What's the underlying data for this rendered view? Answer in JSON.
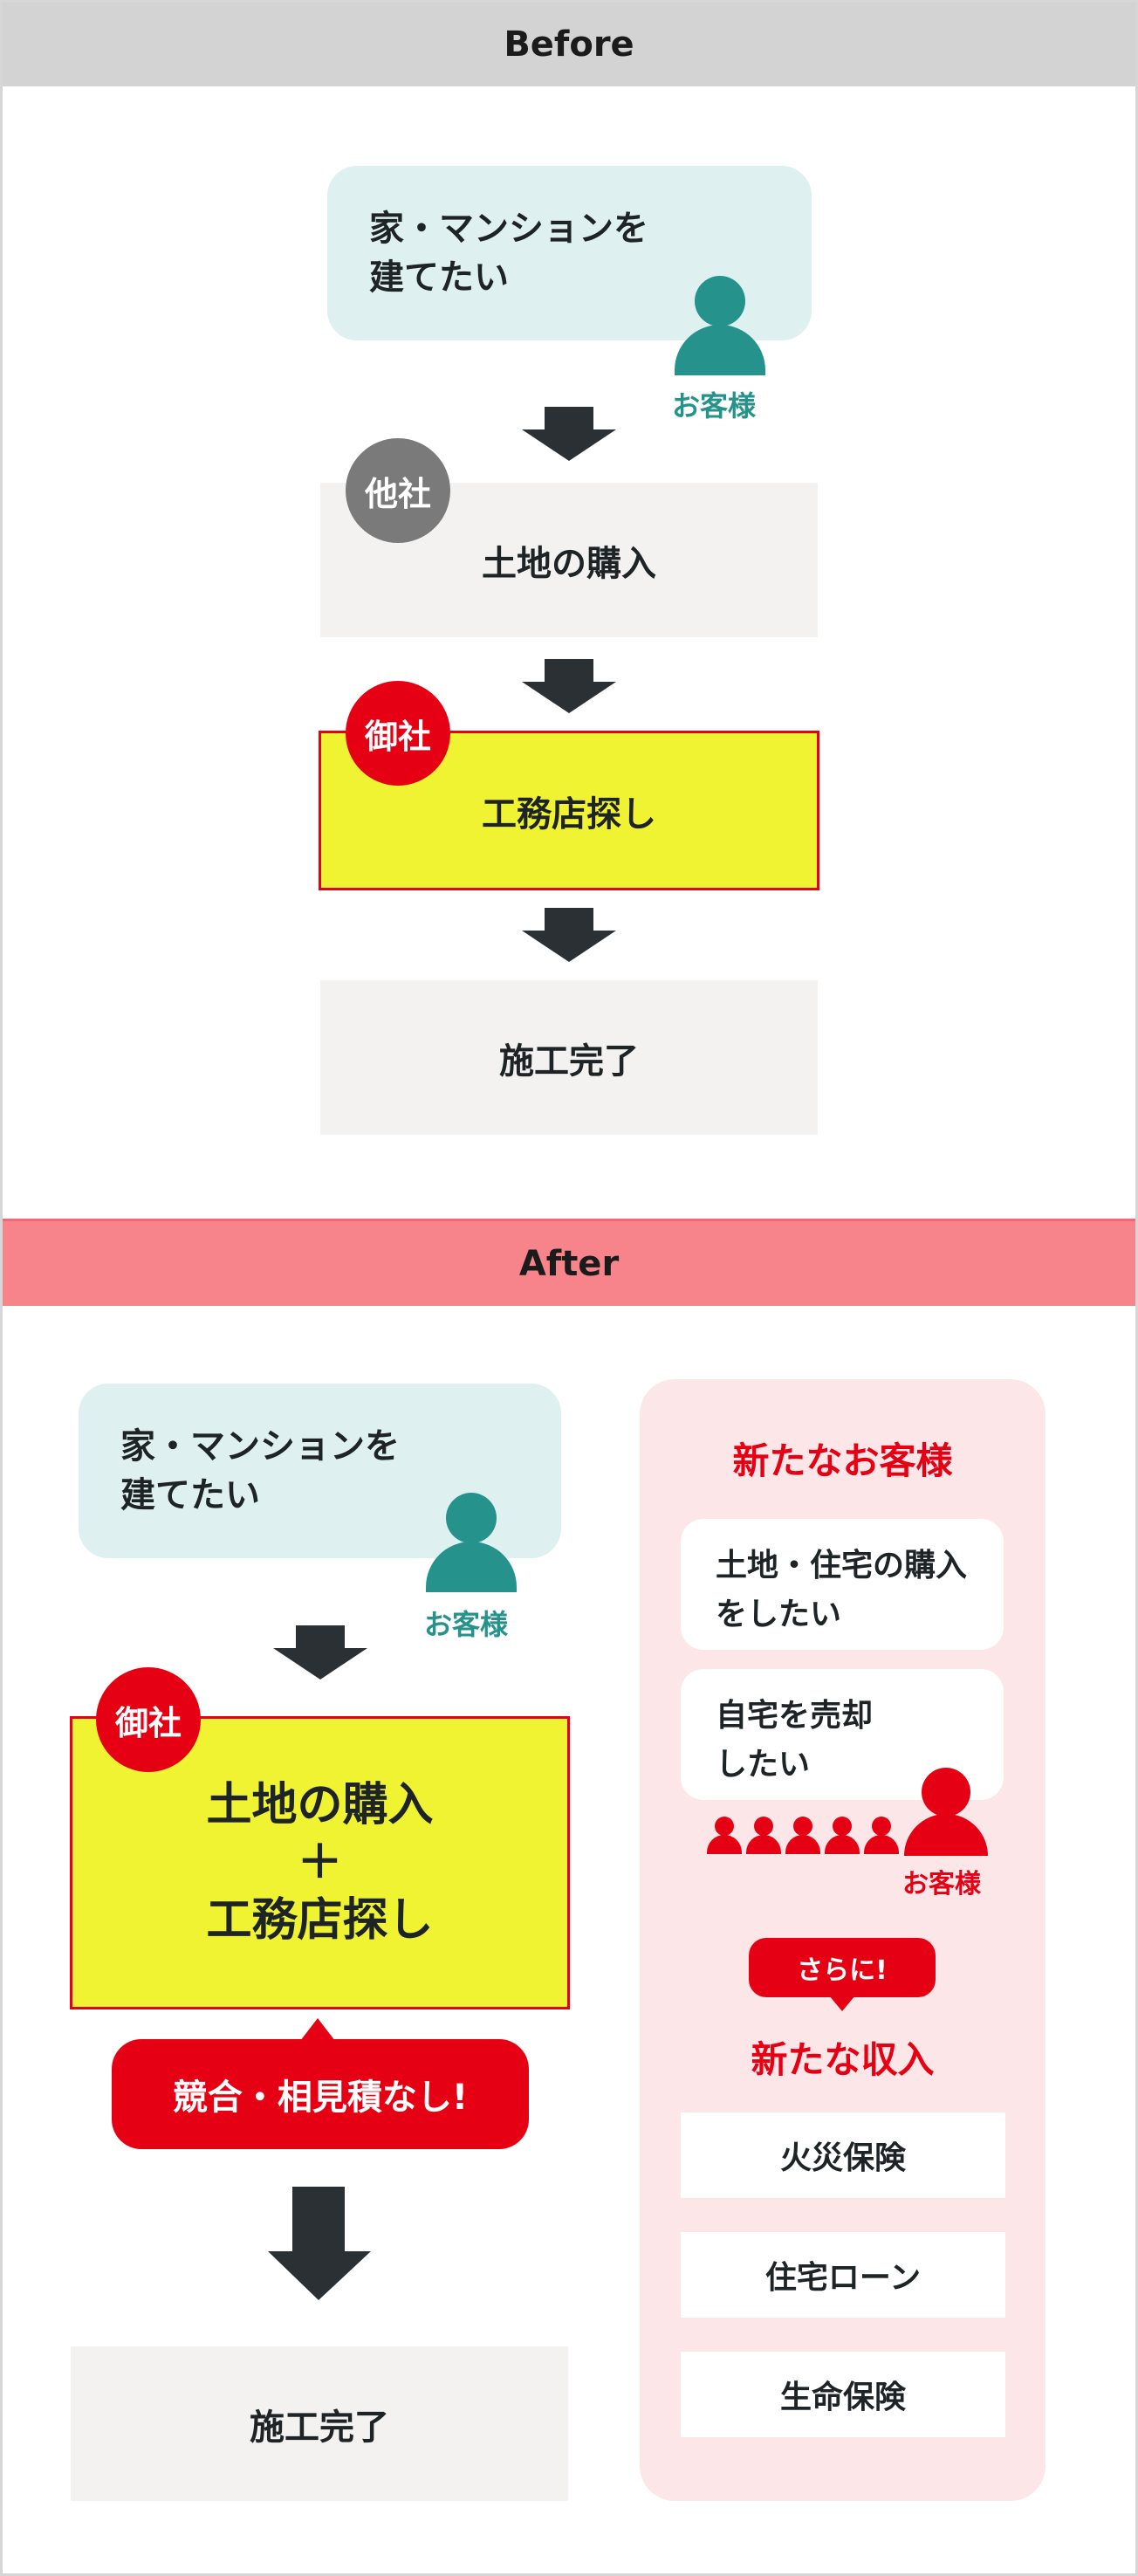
{
  "colors": {
    "teal": "#25938c",
    "red": "#e60013",
    "gray_badge": "#7a7a7a",
    "yellow": "#eff332",
    "arrow": "#2b3034",
    "bubble_bg": "#def0ef",
    "step_bg": "#f3f2f1",
    "panel_bg": "#fde6e8"
  },
  "before": {
    "label": "Before",
    "bubble_line1": "家・マンションを",
    "bubble_line2": "建てたい",
    "customer_label": "お客様",
    "badge_other": "他社",
    "step1": "土地の購入",
    "badge_self": "御社",
    "step2": "工務店探し",
    "step3": "施工完了"
  },
  "after": {
    "label": "After",
    "bubble_line1": "家・マンションを",
    "bubble_line2": "建てたい",
    "customer_label": "お客様",
    "badge_self": "御社",
    "combined_line1": "土地の購入",
    "combined_plus": "＋",
    "combined_line2": "工務店探し",
    "callout": "競合・相見積なし!",
    "final_step": "施工完了",
    "new_customers_title": "新たなお客様",
    "card1_line1": "土地・住宅の購入",
    "card1_line2": "をしたい",
    "card2_line1": "自宅を売却",
    "card2_line2": "したい",
    "crowd_label": "お客様",
    "sarani": "さらに!",
    "new_income_title": "新たな収入",
    "income_items": [
      "火災保険",
      "住宅ローン",
      "生命保険"
    ]
  }
}
